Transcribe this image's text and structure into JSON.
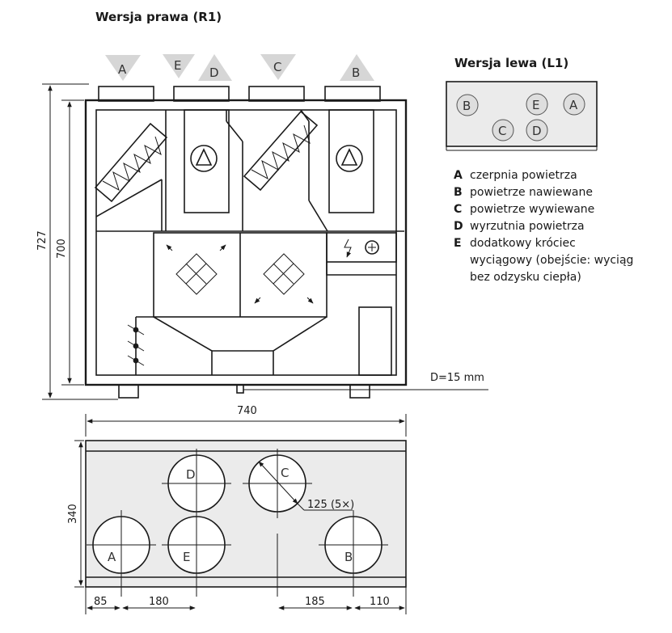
{
  "right_version": {
    "title": "Wersja prawa (R1)",
    "port_labels": [
      "A",
      "E",
      "D",
      "C",
      "B"
    ],
    "dim_height_outer": "727",
    "dim_height_inner": "700",
    "drain_label": "D=15 mm"
  },
  "left_version": {
    "title": "Wersja lewa (L1)",
    "circle_labels": [
      "B",
      "E",
      "A",
      "C",
      "D"
    ]
  },
  "legend": [
    {
      "key": "A",
      "text": "czerpnia powietrza"
    },
    {
      "key": "B",
      "text": "powietrze nawiewane"
    },
    {
      "key": "C",
      "text": "powietrze wywiewane"
    },
    {
      "key": "D",
      "text": "wyrzutnia powietrza"
    },
    {
      "key": "E",
      "text": "dodatkowy króciec"
    },
    {
      "key": "",
      "text": "wyciągowy (obejście: wyciąg"
    },
    {
      "key": "",
      "text": "bez odzysku ciepła)"
    }
  ],
  "bottom_view": {
    "dim_width": "740",
    "dim_depth": "340",
    "dim_diameter": "125 (5×)",
    "circle_labels": [
      "D",
      "C",
      "A",
      "E",
      "B"
    ],
    "bottom_dims": [
      "85",
      "180",
      "185",
      "110"
    ]
  }
}
